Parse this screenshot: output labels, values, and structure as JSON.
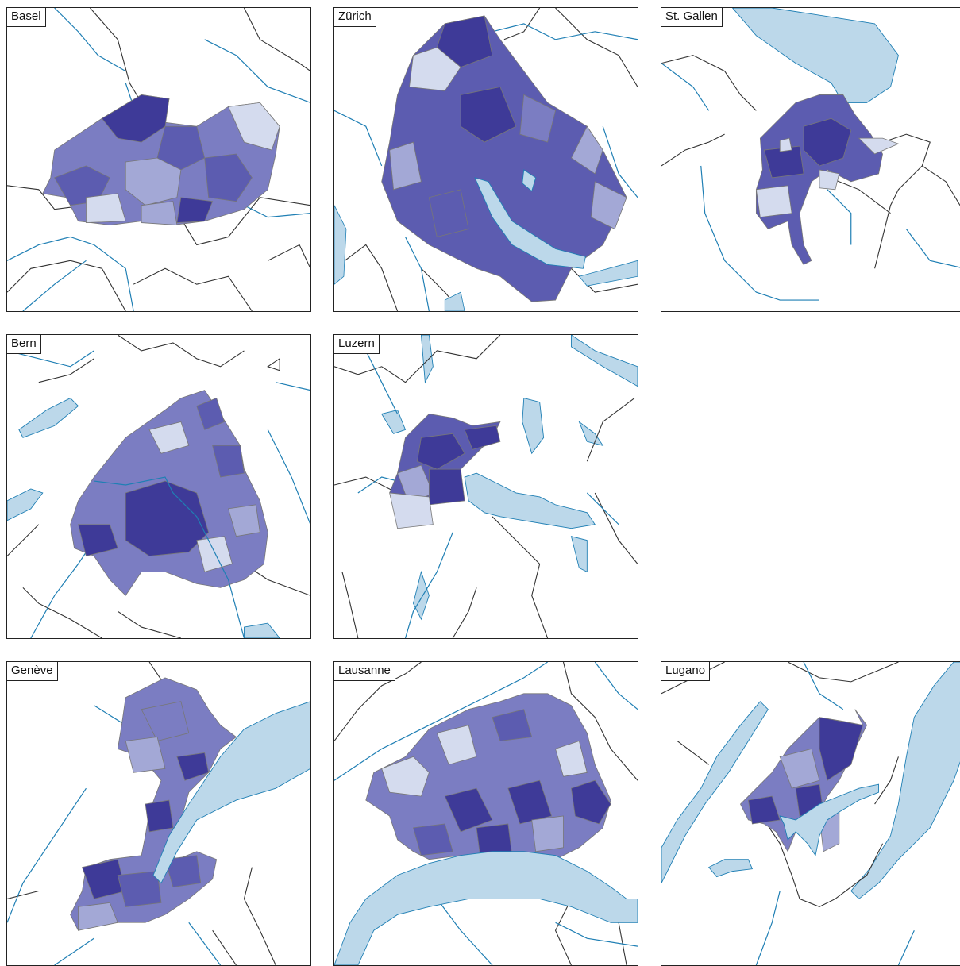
{
  "colors": {
    "water": "#bcd8ea",
    "river": "#1f7fb4",
    "border": "#333333",
    "shades": [
      "#d4dbee",
      "#a3a8d6",
      "#7b7dc2",
      "#5c5cb0",
      "#3e3a98"
    ]
  },
  "panels": [
    {
      "id": "basel",
      "label": "Basel"
    },
    {
      "id": "zurich",
      "label": "Zürich"
    },
    {
      "id": "stgallen",
      "label": "St. Gallen"
    },
    {
      "id": "bern",
      "label": "Bern"
    },
    {
      "id": "luzern",
      "label": "Luzern"
    },
    {
      "id": "geneve",
      "label": "Genève"
    },
    {
      "id": "lausanne",
      "label": "Lausanne"
    },
    {
      "id": "lugano",
      "label": "Lugano"
    }
  ]
}
